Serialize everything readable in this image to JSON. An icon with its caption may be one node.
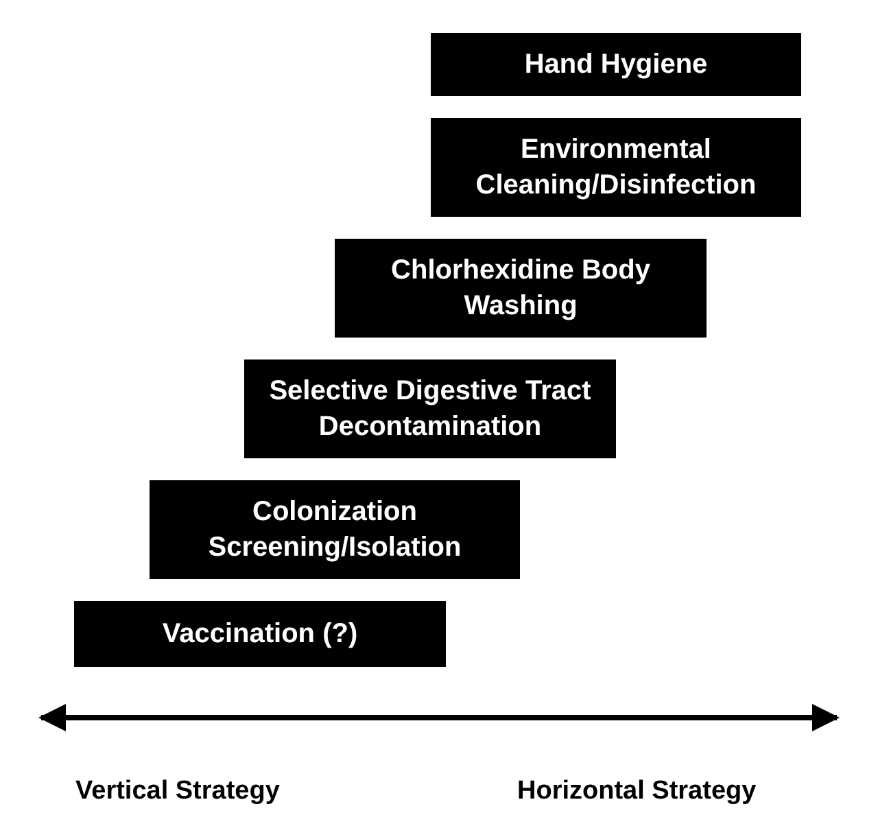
{
  "diagram": {
    "nodes": [
      {
        "text": [
          "Hand Hygiene"
        ]
      },
      {
        "text": [
          "Environmental Cleaning/Disinfection"
        ]
      },
      {
        "text": [
          "Chlorhexidine Body Washing"
        ]
      },
      {
        "text": [
          "Selective Digestive Tract Decontamination"
        ]
      },
      {
        "text": [
          "Colonization Screening/Isolation"
        ]
      },
      {
        "text": [
          "Vaccination (?)"
        ]
      }
    ],
    "edges": [],
    "labels": [
      "Vertical Strategy",
      "Horizontal Strategy"
    ]
  }
}
